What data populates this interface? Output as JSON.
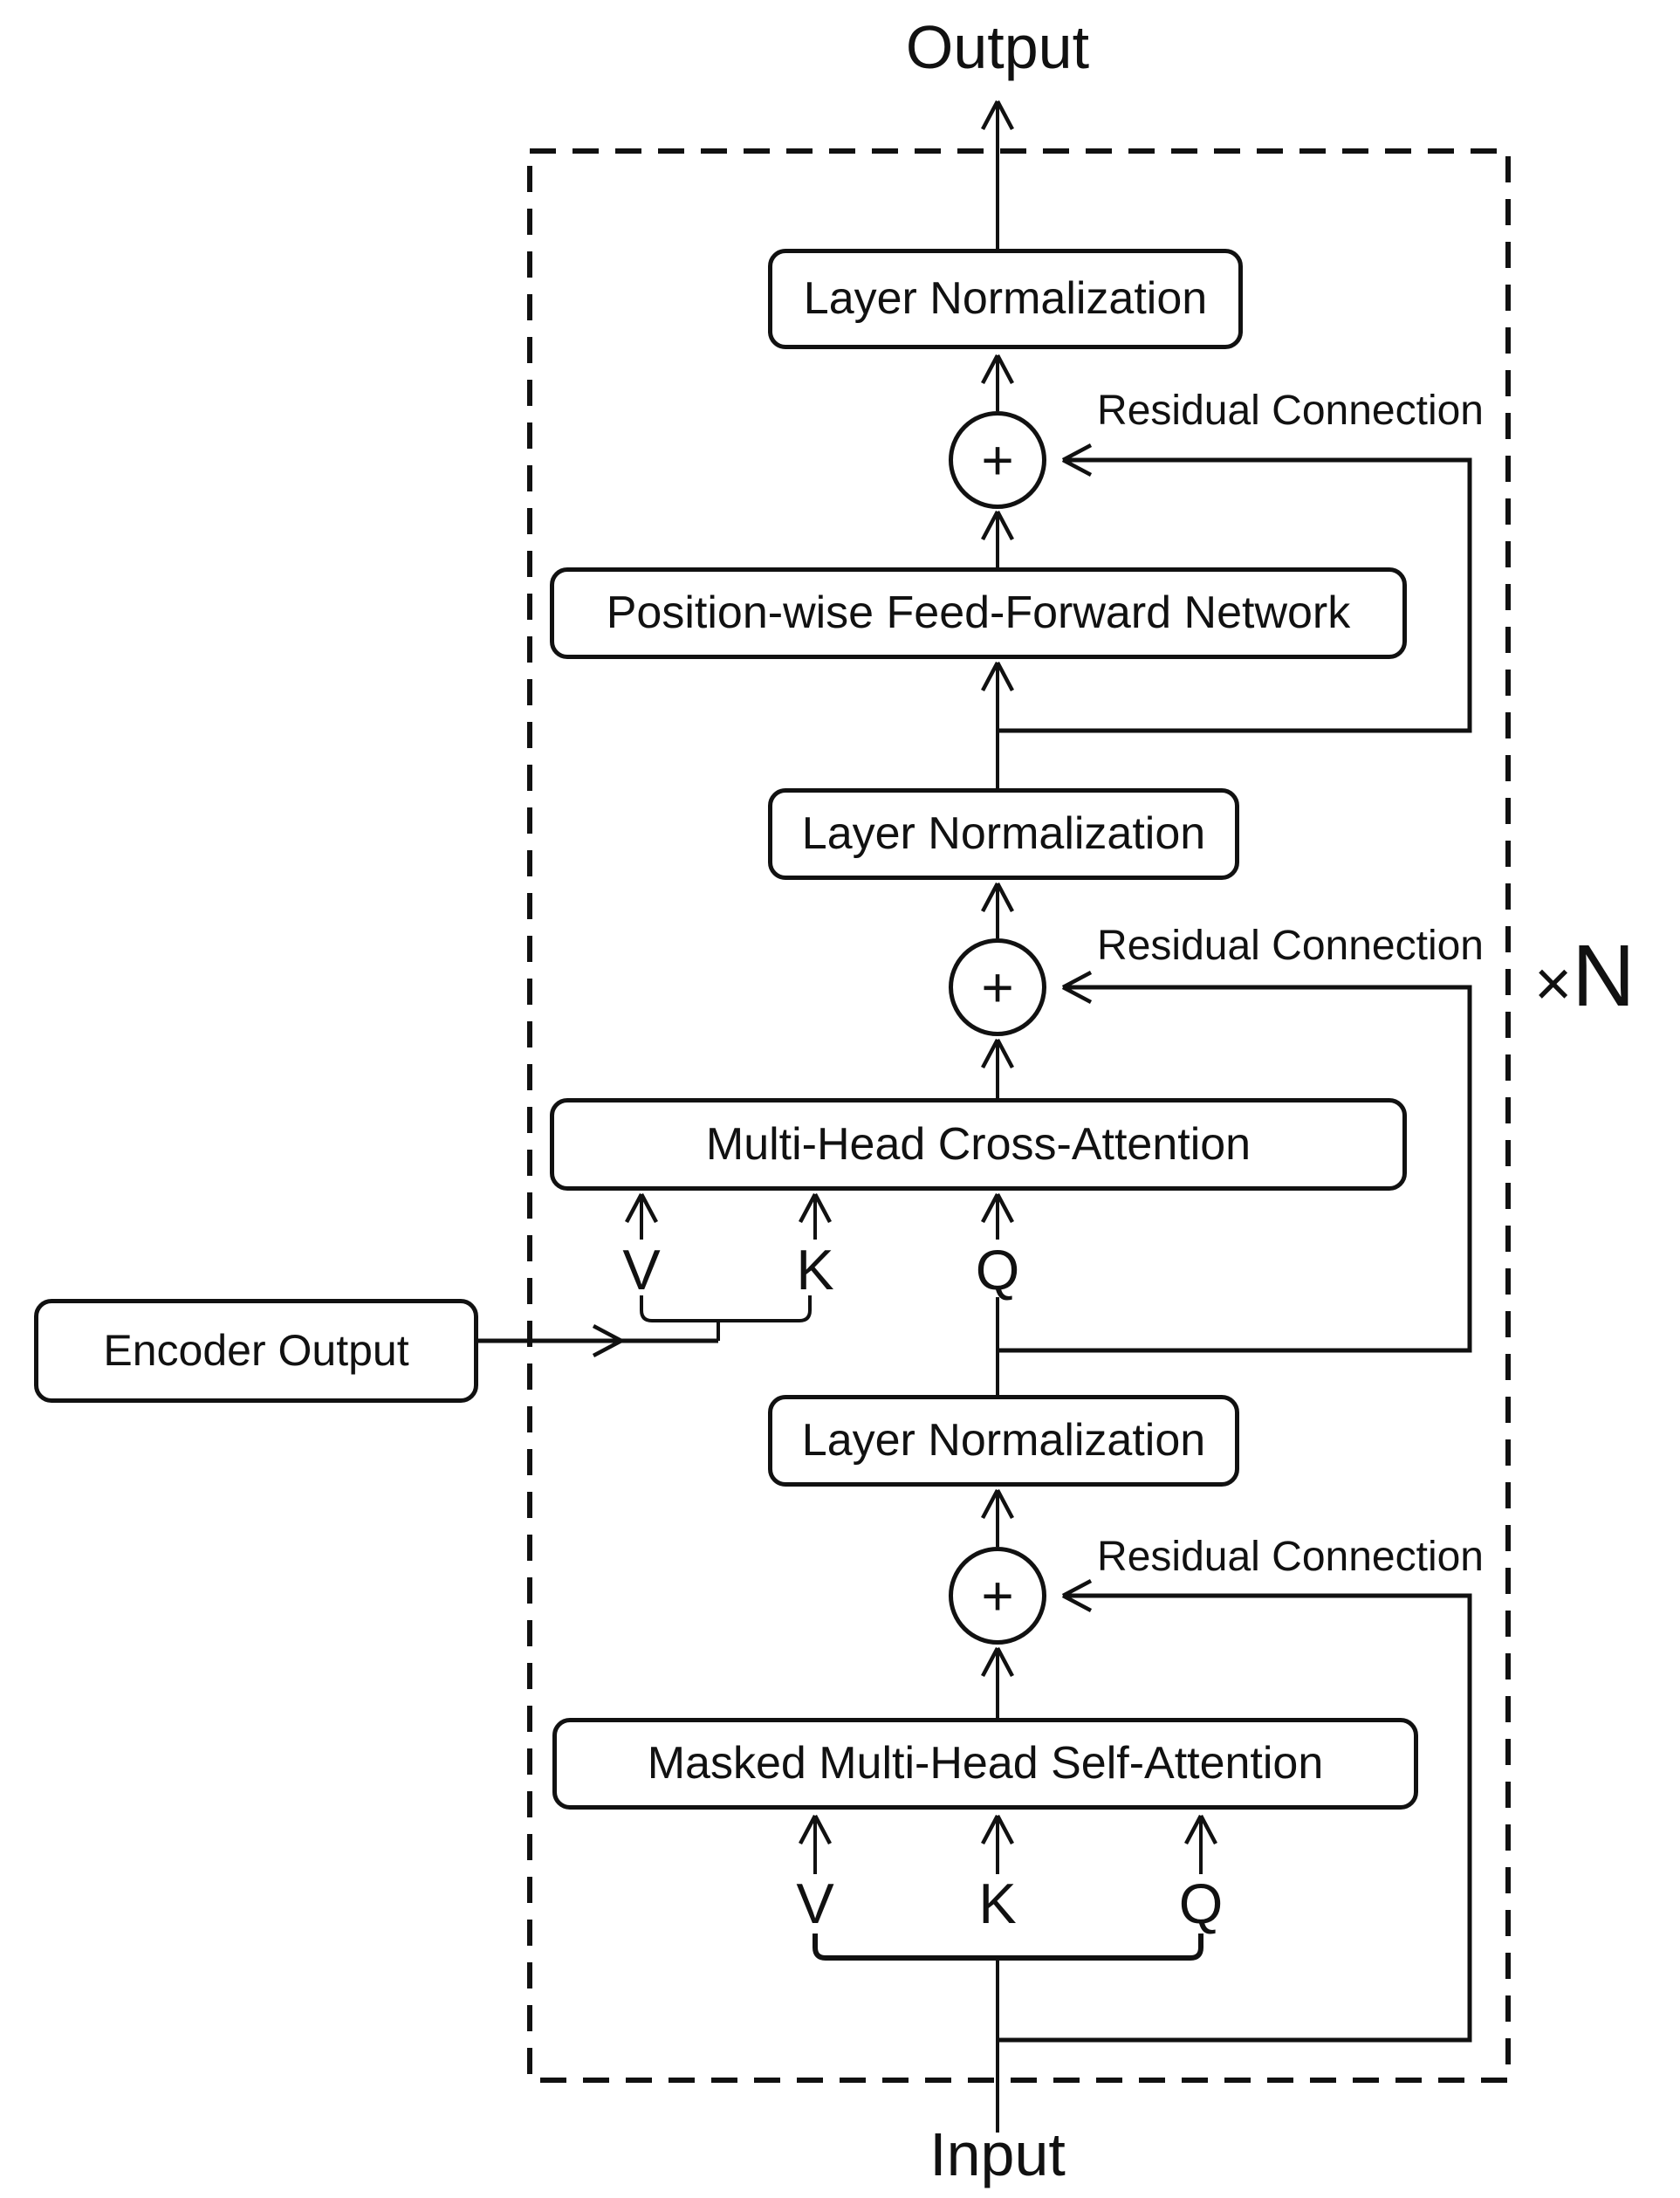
{
  "diagram": {
    "title_top": "Output",
    "title_bottom": "Input",
    "repeat": {
      "times": "×",
      "n": "N"
    },
    "residual_label": "Residual Connection",
    "plus": "+",
    "qkv": {
      "v": "V",
      "k": "K",
      "q": "Q"
    },
    "blocks": {
      "layer_norm_top": "Layer Normalization",
      "ffn": "Position-wise Feed-Forward Network",
      "layer_norm_mid": "Layer Normalization",
      "cross_attn": "Multi-Head Cross-Attention",
      "encoder_output": "Encoder Output",
      "layer_norm_low": "Layer Normalization",
      "masked_attn": "Masked Multi-Head Self-Attention"
    },
    "colors": {
      "ink": "#111111",
      "bg": "#ffffff"
    }
  }
}
